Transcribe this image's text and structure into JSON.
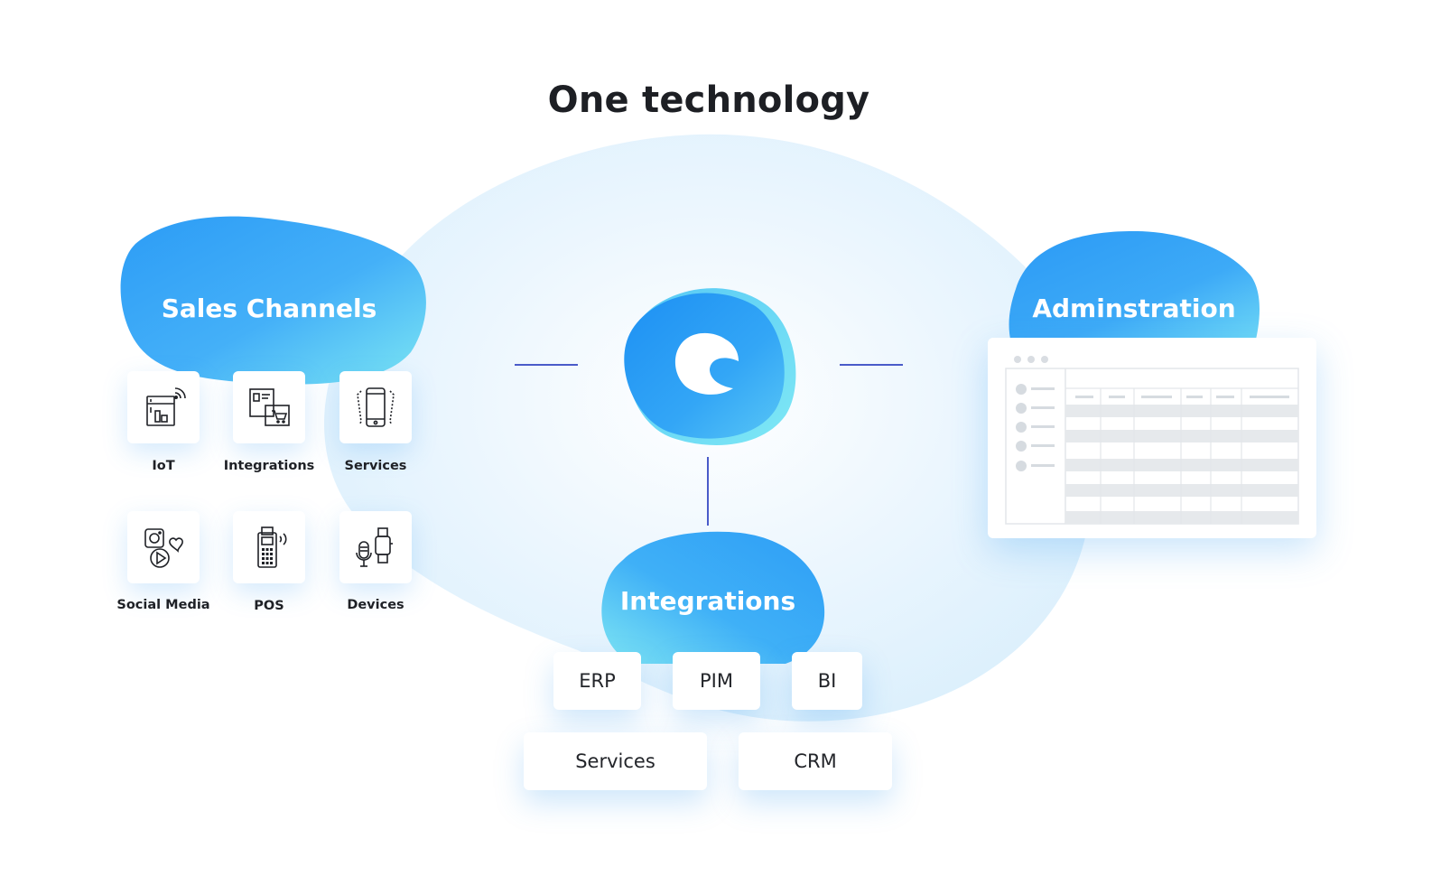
{
  "title": "One technology",
  "center": {
    "logo_icon": "shopware-logo-icon"
  },
  "groups": {
    "sales_channels": {
      "label": "Sales Channels",
      "items": [
        {
          "label": "IoT",
          "icon": "smart-fridge-icon"
        },
        {
          "label": "Integrations",
          "icon": "web-shop-integration-icon"
        },
        {
          "label": "Services",
          "icon": "smartphone-icon"
        },
        {
          "label": "Social Media",
          "icon": "social-media-icon"
        },
        {
          "label": "POS",
          "icon": "card-terminal-icon"
        },
        {
          "label": "Devices",
          "icon": "voice-watch-devices-icon"
        }
      ]
    },
    "administration": {
      "label": "Adminstration"
    },
    "integrations": {
      "label": "Integrations",
      "items": [
        {
          "label": "ERP"
        },
        {
          "label": "PIM"
        },
        {
          "label": "BI"
        },
        {
          "label": "Services"
        },
        {
          "label": "CRM"
        }
      ]
    }
  },
  "colors": {
    "blob_blue": "#3aa6f7",
    "blob_cyan": "#7ee4f4",
    "connector": "#4a5bc9",
    "background_cloud": "#e4f3fd"
  }
}
